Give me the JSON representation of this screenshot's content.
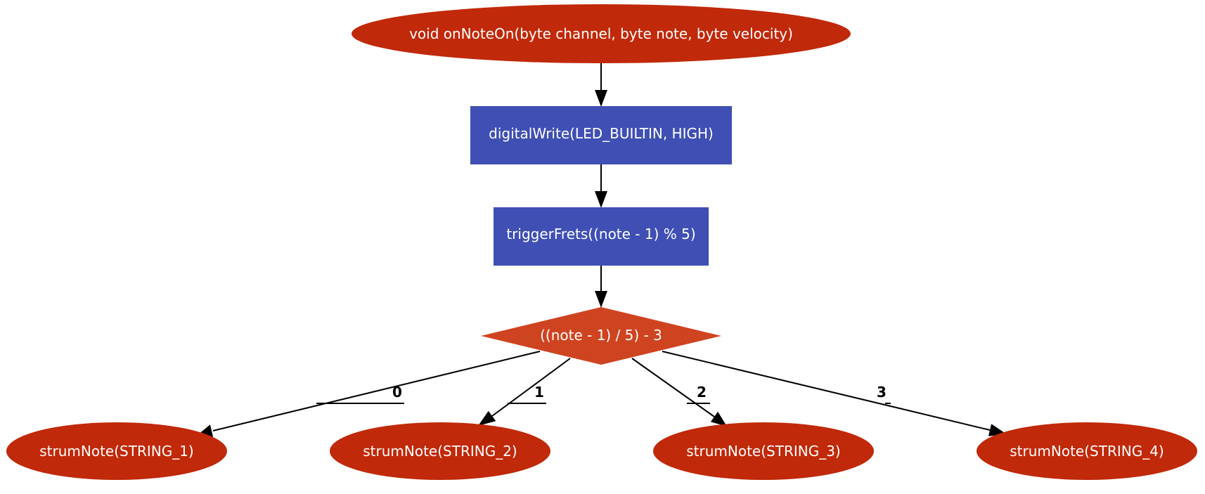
{
  "colors": {
    "ellipse_fill": "#c0290a",
    "rect_fill": "#3f4fb4",
    "diamond_fill": "#cf4420",
    "text": "#ffffff",
    "edge": "#000000"
  },
  "nodes": {
    "entry": {
      "label": "void onNoteOn(byte channel, byte note, byte velocity)"
    },
    "led": {
      "label": "digitalWrite(LED_BUILTIN, HIGH)"
    },
    "frets": {
      "label": "triggerFrets((note - 1) % 5)"
    },
    "switch": {
      "label": "((note - 1) / 5) - 3"
    },
    "string1": {
      "label": "strumNote(STRING_1)"
    },
    "string2": {
      "label": "strumNote(STRING_2)"
    },
    "string3": {
      "label": "strumNote(STRING_3)"
    },
    "string4": {
      "label": "strumNote(STRING_4)"
    }
  },
  "edges": {
    "case0": {
      "label": "0"
    },
    "case1": {
      "label": "1"
    },
    "case2": {
      "label": "2"
    },
    "case3": {
      "label": "3"
    }
  }
}
